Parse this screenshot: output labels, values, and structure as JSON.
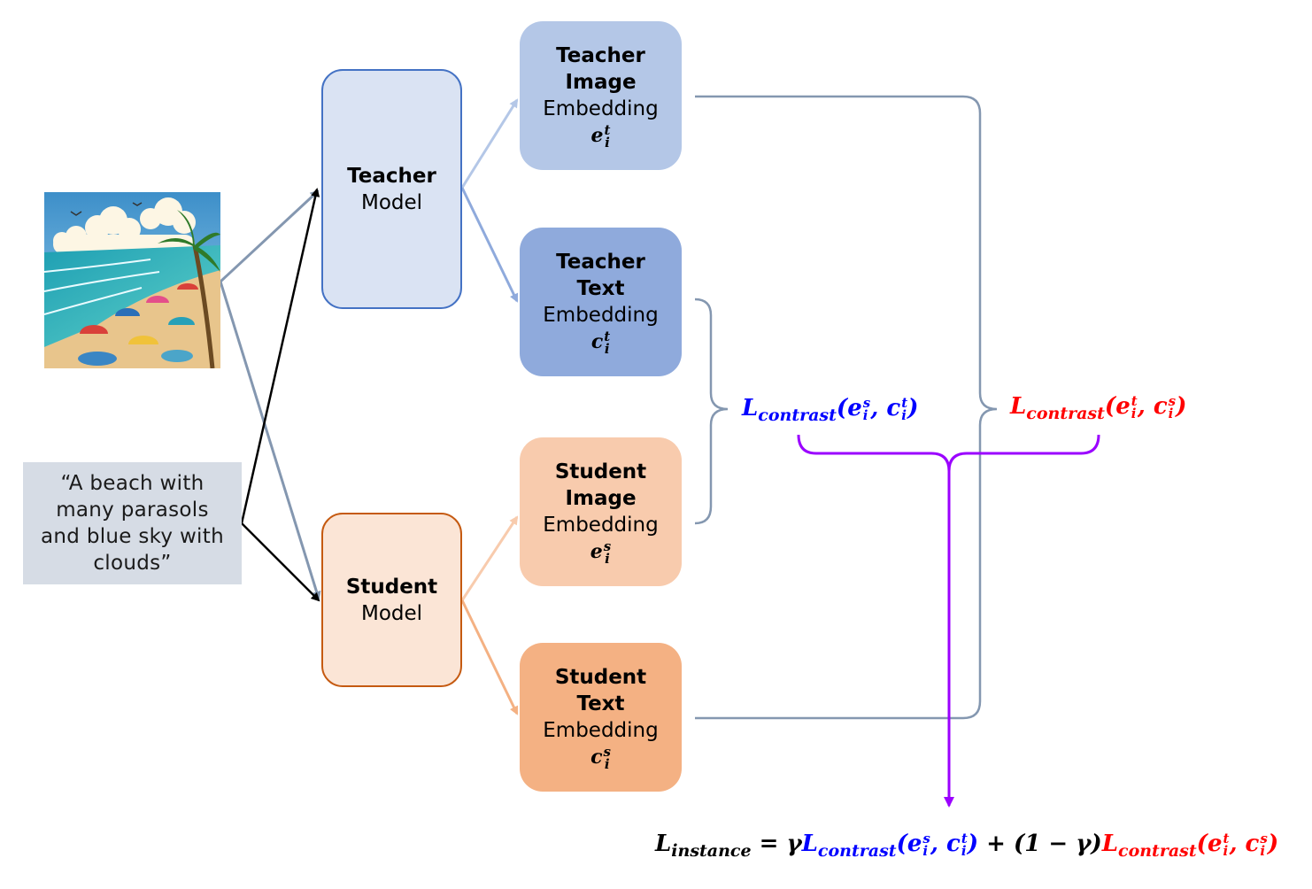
{
  "image": {
    "description_icon": "beach-illustration"
  },
  "caption": {
    "text": "“A beach with\nmany parasols\nand blue sky with\nclouds”"
  },
  "teacher_model": {
    "title": "Teacher",
    "subtitle": "Model"
  },
  "student_model": {
    "title": "Student",
    "subtitle": "Model"
  },
  "embeddings": {
    "teacher_image": {
      "line1": "Teacher",
      "line2": "Image",
      "line3": "Embedding",
      "symbol": "e",
      "sup": "t",
      "sub": "i"
    },
    "teacher_text": {
      "line1": "Teacher",
      "line2": "Text",
      "line3": "Embedding",
      "symbol": "c",
      "sup": "t",
      "sub": "i"
    },
    "student_image": {
      "line1": "Student",
      "line2": "Image",
      "line3": "Embedding",
      "symbol": "e",
      "sup": "s",
      "sub": "i"
    },
    "student_text": {
      "line1": "Student",
      "line2": "Text",
      "line3": "Embedding",
      "symbol": "c",
      "sup": "s",
      "sub": "i"
    }
  },
  "losses": {
    "blue": {
      "L": "L",
      "sub": "contrast",
      "open": "(",
      "a": "e",
      "a_sup": "s",
      "a_sub": "i",
      "comma": ", ",
      "b": "c",
      "b_sup": "t",
      "b_sub": "i",
      "close": ")"
    },
    "red": {
      "L": "L",
      "sub": "contrast",
      "open": "(",
      "a": "e",
      "a_sup": "t",
      "a_sub": "i",
      "comma": ", ",
      "b": "c",
      "b_sup": "s",
      "b_sub": "i",
      "close": ")"
    }
  },
  "formula": {
    "lhs": "L",
    "lhs_sub": "instance",
    "eq": " = γ",
    "plus": " + (1 − γ)"
  },
  "colors": {
    "teacher_accent": "#4472c4",
    "student_accent": "#c55a11",
    "loss_blue": "#0000ff",
    "loss_red": "#ff0000",
    "bracket_purple": "#9b00ff",
    "connector_gray": "#8497b0"
  }
}
